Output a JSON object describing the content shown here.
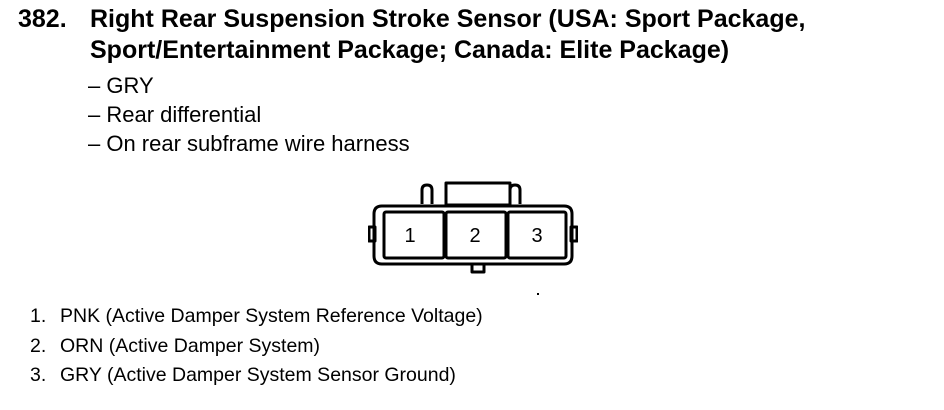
{
  "heading": {
    "number": "382.",
    "title": "Right Rear Suspension Stroke Sensor (USA: Sport Package, Sport/Entertainment Package; Canada: Elite Package)"
  },
  "details": [
    "– GRY",
    "– Rear differential",
    "– On rear subframe wire harness"
  ],
  "connector": {
    "cavities": [
      "1",
      "2",
      "3"
    ]
  },
  "pins": [
    {
      "number": "1.",
      "text": "PNK (Active Damper System Reference Voltage)"
    },
    {
      "number": "2.",
      "text": "ORN (Active Damper System)"
    },
    {
      "number": "3.",
      "text": "GRY (Active Damper System Sensor Ground)"
    }
  ]
}
